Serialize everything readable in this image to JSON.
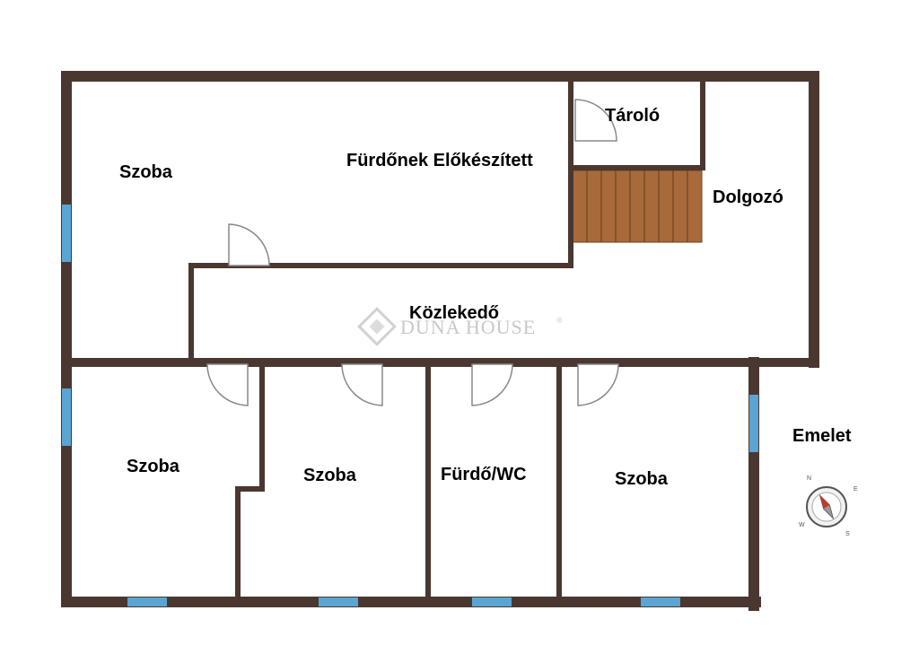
{
  "colors": {
    "wall": "#4a3730",
    "window": "#5aa5d2",
    "stairs_fill": "#a86a3a",
    "stairs_line": "#6e4320",
    "door": "#888888",
    "watermark": "#c8c8c8"
  },
  "rooms": {
    "szoba_nw": "Szoba",
    "furdonek_elokeszitett": "Fürdőnek Előkészített",
    "tarolo": "Tároló",
    "dolgozo": "Dolgozó",
    "kozlekedo": "Közlekedő",
    "szoba_sw": "Szoba",
    "szoba_s2": "Szoba",
    "furdo_wc": "Fürdő/WC",
    "szoba_se": "Szoba"
  },
  "floor_label": "Emelet",
  "watermark": {
    "brand": "DUNA HOUSE",
    "registered": "®"
  },
  "compass": {
    "icon": "compass-icon",
    "n": "N",
    "e": "E",
    "s": "S",
    "w": "W"
  }
}
